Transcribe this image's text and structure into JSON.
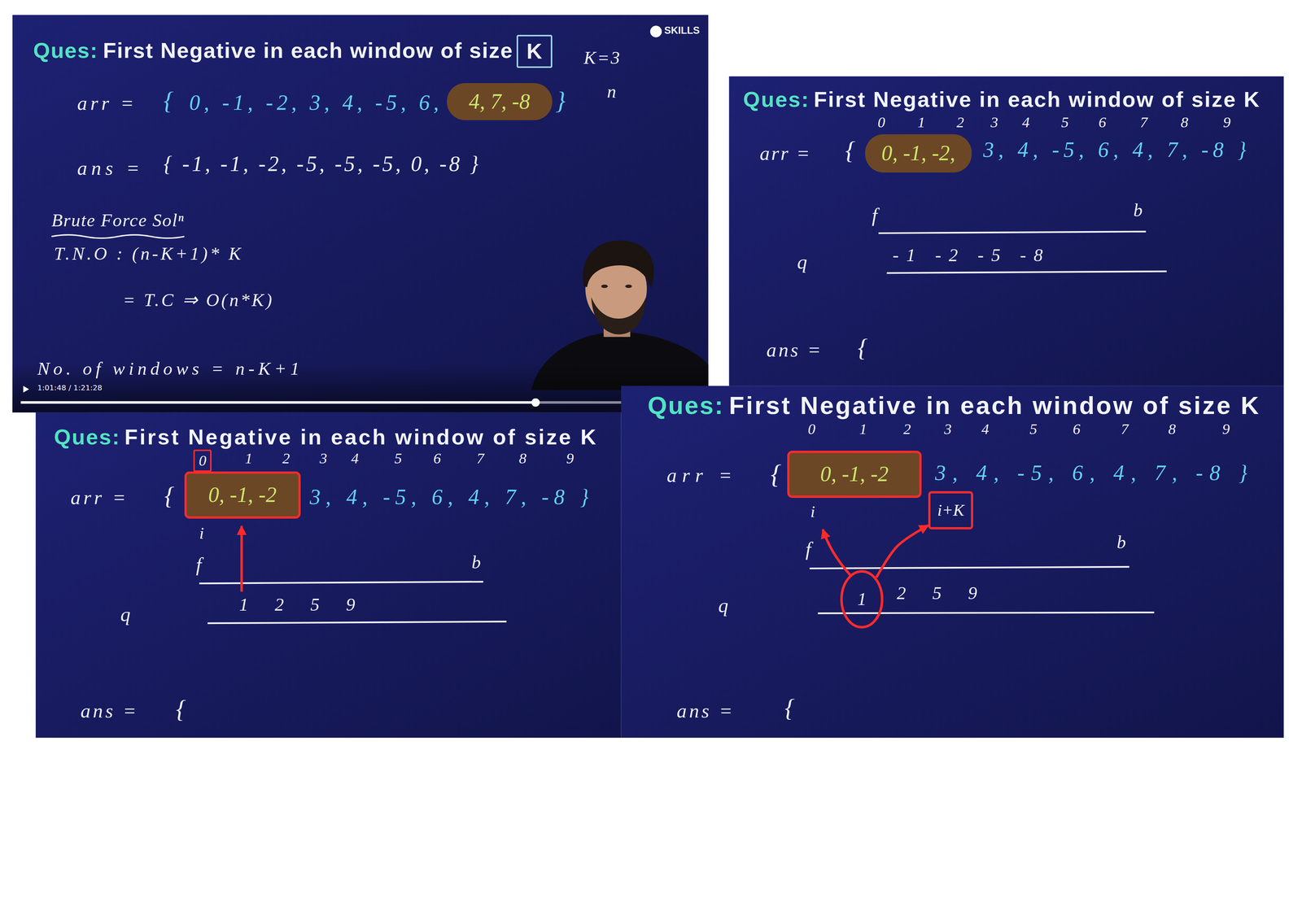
{
  "diagram": {
    "nodes": [
      {
        "text": [
          "K"
        ]
      },
      {
        "text": [
          "4, 7, -8"
        ]
      },
      {
        "text": [
          "0, -1, -2,"
        ]
      },
      {
        "text": [
          "0"
        ]
      },
      {
        "text": [
          "0, -1, -2"
        ]
      },
      {
        "text": [
          "0, -1, -2"
        ]
      },
      {
        "text": [
          "i+K"
        ]
      },
      {
        "text": [
          "1"
        ]
      }
    ],
    "edges": [
      {
        "from": 7,
        "to": 6,
        "arrow": "to"
      }
    ],
    "labels": [
      "Ques:",
      "First Negative in each window of size",
      "K=3",
      "arr =",
      "{",
      "0, -1, -2, 3, 4, -5, 6,",
      "}",
      "n",
      "ans =",
      "{ -1, -1, -2, -5, -5, -5, 0, -8 }",
      "Brute Force Solⁿ",
      "T.N.O : (n-K+1)* K",
      "= T.C ⇒ O(n*K)",
      "No. of windows = n-K+1",
      "SKILLS",
      "1:01:48 / 1:21:28",
      "Ques:",
      "First Negative in each window of size K",
      "0",
      "1",
      "2",
      "3",
      "4",
      "5",
      "6",
      "7",
      "8",
      "9",
      "arr =",
      "{",
      "3, 4, -5, 6, 4, 7, -8 }",
      "f",
      "b",
      "q",
      "-1 -2 -5 -8",
      "ans =",
      "{",
      "Ques:",
      "First Negative in each window of size K",
      "1",
      "2",
      "3",
      "4",
      "5",
      "6",
      "7",
      "8",
      "9",
      "arr =",
      "{",
      "3, 4, -5, 6, 4, 7, -8 }",
      "i",
      "f",
      "b",
      "q",
      "1 2 5 9",
      "ans =",
      "{",
      "Ques:",
      "First Negative in each window of size K",
      "0",
      "1",
      "2",
      "3",
      "4",
      "5",
      "6",
      "7",
      "8",
      "9",
      "arr =",
      "{",
      "3, 4, -5, 6, 4, 7, -8 }",
      "i",
      "f",
      "b",
      "q",
      "2 5 9",
      "ans =",
      "{"
    ]
  }
}
